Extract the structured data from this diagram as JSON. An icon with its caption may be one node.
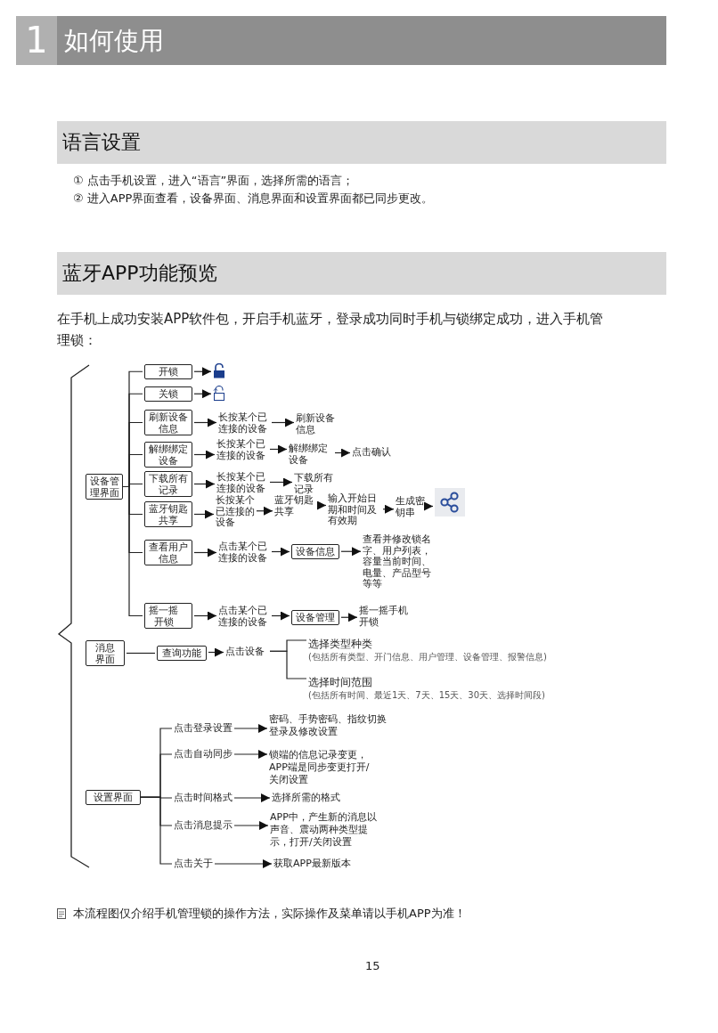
{
  "diagram": {
    "nodes": [
      {
        "text": [
          "1"
        ]
      },
      {
        "text": [
          "如何使用"
        ]
      },
      {
        "text": [
          "语言设置"
        ]
      },
      {
        "text": [
          "蓝牙APP功能预览"
        ]
      },
      {
        "text": [
          "设备管理界面"
        ]
      },
      {
        "text": [
          "开锁"
        ]
      },
      {
        "text": [],
        "shape": "padlock"
      },
      {
        "text": [
          "关锁"
        ]
      },
      {
        "text": [],
        "shape": "padlock"
      },
      {
        "text": [
          "刷新设备信息"
        ]
      },
      {
        "text": [
          "长按某个已连接的设备"
        ]
      },
      {
        "text": [
          "刷新设备信息"
        ]
      },
      {
        "text": [
          "解绑绑定设备"
        ]
      },
      {
        "text": [
          "长按某个已连接的设备"
        ]
      },
      {
        "text": [
          "解绑绑定设备"
        ]
      },
      {
        "text": [
          "点击确认"
        ]
      },
      {
        "text": [
          "下载所有记录"
        ]
      },
      {
        "text": [
          "长按某个已连接的设备"
        ]
      },
      {
        "text": [
          "下载所有记录"
        ]
      },
      {
        "text": [
          "蓝牙钥匙共享"
        ]
      },
      {
        "text": [
          "长按某个已连接的设备"
        ]
      },
      {
        "text": [
          "蓝牙钥匙共享"
        ]
      },
      {
        "text": [
          "输入开始日期和时间及有效期"
        ]
      },
      {
        "text": [
          "生成密钥串"
        ]
      },
      {
        "text": [],
        "shape": "share"
      },
      {
        "text": [
          "查看用户信息"
        ]
      },
      {
        "text": [
          "点击某个已连接的设备"
        ]
      },
      {
        "text": [
          "设备信息"
        ]
      },
      {
        "text": [
          "查看并修改锁名字、用户列表，容量当前时间、电量、产品型号等等"
        ]
      },
      {
        "text": [
          "摇一摇开锁"
        ]
      },
      {
        "text": [
          "点击某个已连接的设备"
        ]
      },
      {
        "text": [
          "设备管理"
        ]
      },
      {
        "text": [
          "摇一摇手机开锁"
        ]
      },
      {
        "text": [
          "消息界面"
        ]
      },
      {
        "text": [
          "查询功能"
        ]
      },
      {
        "text": [
          "点击设备"
        ]
      },
      {
        "text": [
          "选择类型种类",
          "(包括所有类型、开门信息、用户管理、设备管理、报警信息)"
        ]
      },
      {
        "text": [
          "选择时间范围",
          "(包括所有时间、最近1天、7天、15天、30天、选择时间段)"
        ]
      },
      {
        "text": [
          "设置界面"
        ]
      },
      {
        "text": [
          "点击登录设置"
        ]
      },
      {
        "text": [
          "点击自动同步"
        ]
      },
      {
        "text": [
          "点击时间格式"
        ]
      },
      {
        "text": [
          "点击消息提示"
        ]
      },
      {
        "text": [
          "点击关于"
        ]
      },
      {
        "text": [
          "密码、手势密码、指纹切换登录及修改设置"
        ]
      },
      {
        "text": [
          "锁端的信息记录变更，APP端是同步变更打开/关闭设置"
        ]
      },
      {
        "text": [
          "选择所需的格式"
        ]
      },
      {
        "text": [
          "APP中，产生新的消息以声音、震动两种类型提示，打开/关闭设置"
        ]
      },
      {
        "text": [
          "获取APP最新版本"
        ]
      }
    ],
    "edges": [
      {
        "from": 4,
        "to": 5,
        "arrow": "none"
      },
      {
        "from": 4,
        "to": 7,
        "arrow": "none"
      },
      {
        "from": 4,
        "to": 9,
        "arrow": "none"
      },
      {
        "from": 4,
        "to": 12,
        "arrow": "none"
      },
      {
        "from": 4,
        "to": 16,
        "arrow": "none"
      },
      {
        "from": 4,
        "to": 19,
        "arrow": "none"
      },
      {
        "from": 4,
        "to": 25,
        "arrow": "none"
      },
      {
        "from": 4,
        "to": 29,
        "arrow": "none"
      },
      {
        "from": 5,
        "to": 6,
        "arrow": "to"
      },
      {
        "from": 7,
        "to": 8,
        "arrow": "to"
      },
      {
        "from": 9,
        "to": 10,
        "arrow": "to"
      },
      {
        "from": 10,
        "to": 11,
        "arrow": "to"
      },
      {
        "from": 12,
        "to": 13,
        "arrow": "to"
      },
      {
        "from": 13,
        "to": 14,
        "arrow": "to"
      },
      {
        "from": 14,
        "to": 15,
        "arrow": "to"
      },
      {
        "from": 16,
        "to": 17,
        "arrow": "to"
      },
      {
        "from": 17,
        "to": 18,
        "arrow": "to"
      },
      {
        "from": 19,
        "to": 20,
        "arrow": "to"
      },
      {
        "from": 20,
        "to": 21,
        "arrow": "to"
      },
      {
        "from": 21,
        "to": 22,
        "arrow": "to"
      },
      {
        "from": 22,
        "to": 23,
        "arrow": "to"
      },
      {
        "from": 23,
        "to": 24,
        "arrow": "to"
      },
      {
        "from": 25,
        "to": 26,
        "arrow": "to"
      },
      {
        "from": 26,
        "to": 27,
        "arrow": "to"
      },
      {
        "from": 27,
        "to": 28,
        "arrow": "to"
      },
      {
        "from": 29,
        "to": 30,
        "arrow": "to"
      },
      {
        "from": 30,
        "to": 31,
        "arrow": "to"
      },
      {
        "from": 31,
        "to": 32,
        "arrow": "to"
      },
      {
        "from": 33,
        "to": 34,
        "arrow": "none"
      },
      {
        "from": 34,
        "to": 35,
        "arrow": "to"
      },
      {
        "from": 35,
        "to": 36,
        "arrow": "none"
      },
      {
        "from": 35,
        "to": 37,
        "arrow": "none"
      },
      {
        "from": 38,
        "to": 39,
        "arrow": "none"
      },
      {
        "from": 38,
        "to": 40,
        "arrow": "none"
      },
      {
        "from": 38,
        "to": 41,
        "arrow": "none"
      },
      {
        "from": 38,
        "to": 42,
        "arrow": "none"
      },
      {
        "from": 38,
        "to": 43,
        "arrow": "none"
      },
      {
        "from": 39,
        "to": 44,
        "arrow": "to"
      },
      {
        "from": 40,
        "to": 45,
        "arrow": "to"
      },
      {
        "from": 41,
        "to": 46,
        "arrow": "to"
      },
      {
        "from": 42,
        "to": 47,
        "arrow": "to"
      },
      {
        "from": 43,
        "to": 48,
        "arrow": "to"
      }
    ],
    "labels": [
      "① 点击手机设置，进入“语言”界面，选择所需的语言；",
      "② 进入APP界面查看，设备界面、消息界面和设置界面都已同步更改。",
      "在手机上成功安装APP软件包，开启手机蓝牙，登录成功同时手机与锁绑定成功，进入手机管理锁：",
      "本流程图仅介绍手机管理锁的操作方法，实际操作及菜单请以手机APP为准！",
      "15"
    ]
  }
}
